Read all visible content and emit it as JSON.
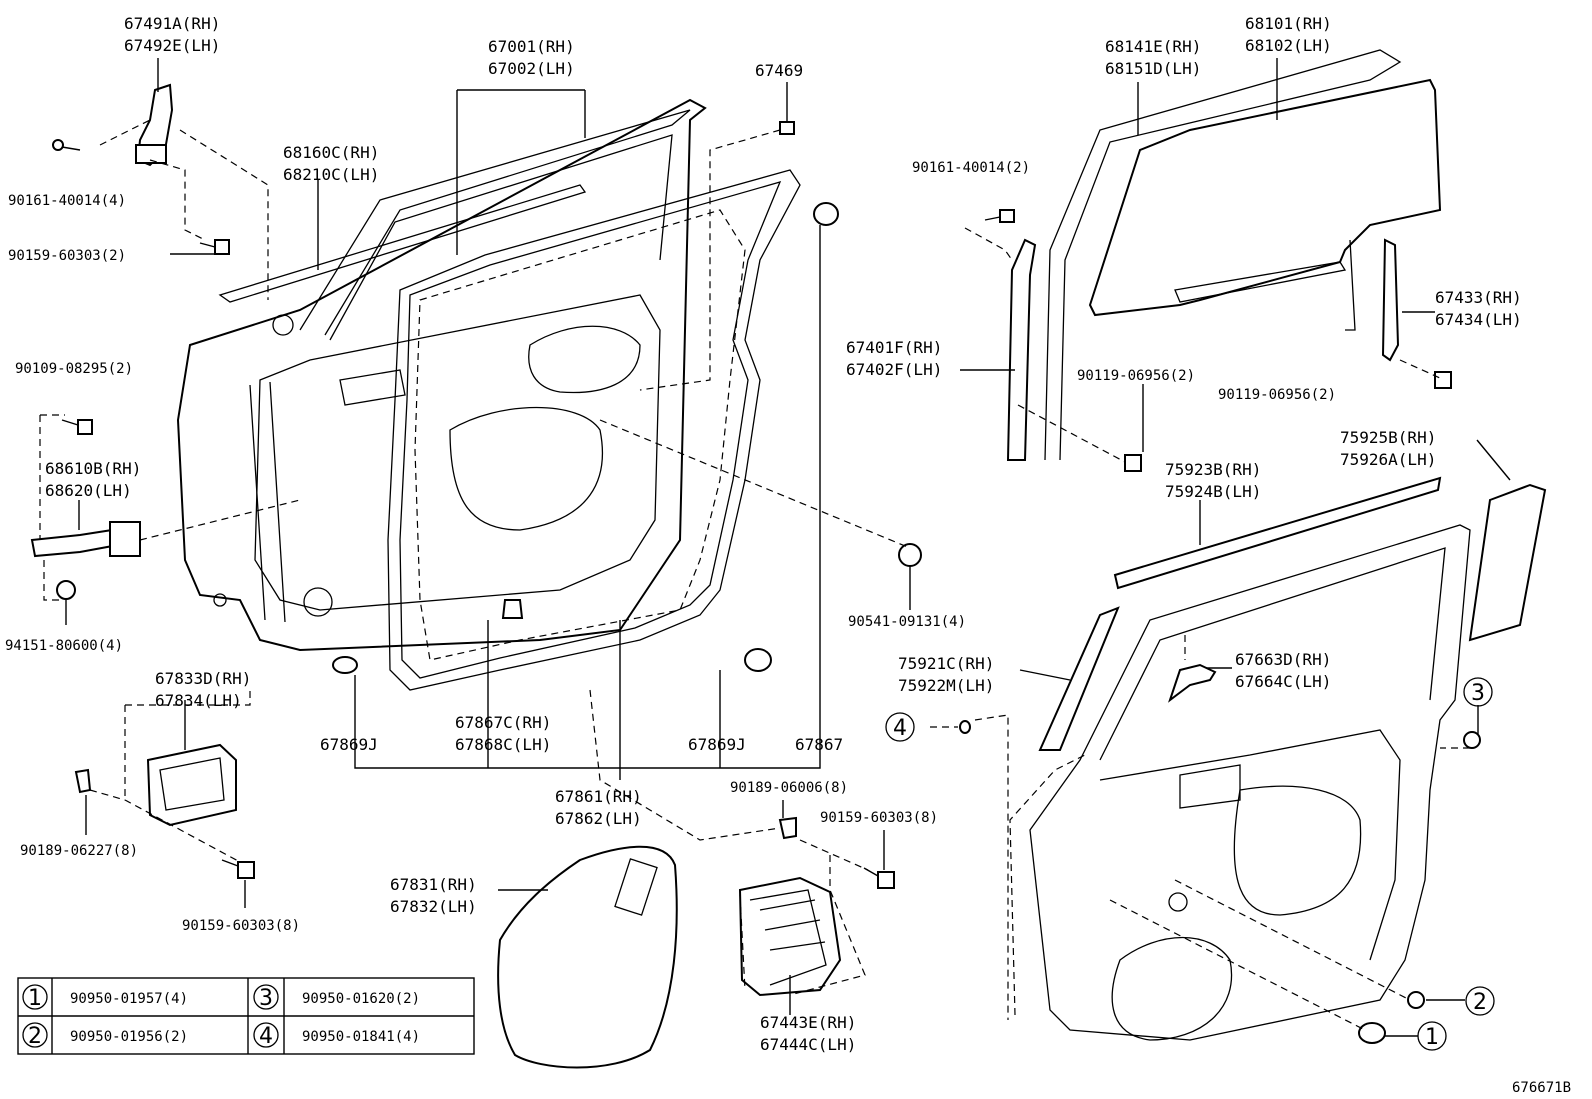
{
  "diagram_id": "676671B",
  "labels": {
    "hinge_upper": [
      "67491A(RH)",
      "67492E(LH)"
    ],
    "panel": [
      "67001(RH)",
      "67002(LH)"
    ],
    "seal_rear": "67469",
    "bolt_hinge": "90161-40014(4)",
    "bolt_hinge2": "90159-60303(2)",
    "weatherstrip_upper": [
      "68160C(RH)",
      "68210C(LH)"
    ],
    "bolt_check": "90109-08295(2)",
    "checker": [
      "68610B(RH)",
      "68620(LH)"
    ],
    "nut_checker": "94151-80600(4)",
    "cover_inner": [
      "67833D(RH)",
      "67834(LH)"
    ],
    "clip_cover": "90189-06227(8)",
    "bolt_cover": "90159-60303(8)",
    "wst_seal_a": "67869J",
    "wst_seal_b": [
      "67867C(RH)",
      "67868C(LH)"
    ],
    "wst_seal_c": "67869J",
    "wst_seal_d": "67867",
    "clip_seal": "90541-09131(4)",
    "weatherstrip_door": [
      "67861(RH)",
      "67862(LH)"
    ],
    "clip_b": "90189-06006(8)",
    "bolt_b": "90159-60303(8)",
    "service_hole_cover": [
      "67831(RH)",
      "67832(LH)"
    ],
    "protector": [
      "67443E(RH)",
      "67444C(LH)"
    ],
    "run_rear": [
      "68141E(RH)",
      "68151D(LH)"
    ],
    "glass": [
      "68101(RH)",
      "68102(LH)"
    ],
    "bolt_run": "90161-40014(2)",
    "run_front": [
      "67401F(RH)",
      "67402F(LH)"
    ],
    "bolt_run2": "90119-06956(2)",
    "run_lower": [
      "67433(RH)",
      "67434(LH)"
    ],
    "bolt_run3": "90119-06956(2)",
    "garnish_rear": [
      "75925B(RH)",
      "75926A(LH)"
    ],
    "moulding_belt": [
      "75923B(RH)",
      "75924B(LH)"
    ],
    "moulding_front": [
      "75921C(RH)",
      "75922M(LH)"
    ],
    "handle_bracket": [
      "67663D(RH)",
      "67664C(LH)"
    ]
  },
  "callouts": {
    "n1": "1",
    "n2": "2",
    "n3": "3",
    "n4": "4"
  },
  "legend": [
    {
      "num": "1",
      "part": "90950-01957(4)"
    },
    {
      "num": "3",
      "part": "90950-01620(2)"
    },
    {
      "num": "2",
      "part": "90950-01956(2)"
    },
    {
      "num": "4",
      "part": "90950-01841(4)"
    }
  ]
}
